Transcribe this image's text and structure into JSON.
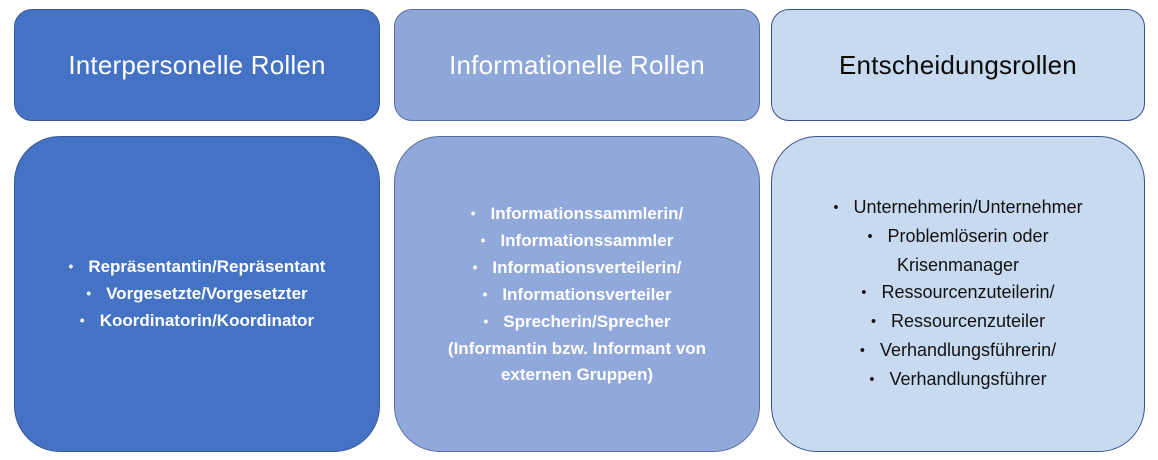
{
  "canvas": {
    "background": "#FFFFFF"
  },
  "bullet_glyph": "•",
  "columns": [
    {
      "id": "interpersonal-roles",
      "header": "Interpersonelle Rollen",
      "colors": {
        "header_fill": "#4472C4",
        "header_border": "#3A5795",
        "header_text": "#FFFFFF",
        "body_fill": "#4472C4",
        "body_border": "#3A5795",
        "body_text": "#FFFFFF"
      },
      "items": [
        {
          "text": "Repräsentantin/Repräsentant",
          "bullet": true
        },
        {
          "text": "Vorgesetzte/Vorgesetzter",
          "bullet": true
        },
        {
          "text": "Koordinatorin/Koordinator",
          "bullet": true
        }
      ]
    },
    {
      "id": "informational-roles",
      "header": "Informationelle Rollen",
      "colors": {
        "header_fill": "#8FA6D9",
        "header_border": "#5A6DA3",
        "header_text": "#FFFFFF",
        "body_fill": "#91A8DA",
        "body_border": "#5A6DA3",
        "body_text": "#FFFFFF"
      },
      "items": [
        {
          "text": "Informationssammlerin/",
          "bullet": true
        },
        {
          "text": "Informationssammler",
          "bullet": true
        },
        {
          "text": "Informationsverteilerin/",
          "bullet": true
        },
        {
          "text": "Informationsverteiler",
          "bullet": true
        },
        {
          "text": "Sprecherin/Sprecher",
          "bullet": true
        },
        {
          "text": "(Informantin bzw. Informant von",
          "bullet": false
        },
        {
          "text": "externen Gruppen)",
          "bullet": false
        }
      ]
    },
    {
      "id": "decisional-roles",
      "header": "Entscheidungsrollen",
      "colors": {
        "header_fill": "#C7DAF0",
        "header_border": "#37538F",
        "header_text": "#0A0A0A",
        "body_fill": "#C7DAF0",
        "body_border": "#37538F",
        "body_text": "#111111"
      },
      "items": [
        {
          "text": "Unternehmerin/Unternehmer",
          "bullet": true
        },
        {
          "text": "Problemlöserin oder",
          "bullet": true
        },
        {
          "text": "Krisenmanager",
          "bullet": false
        },
        {
          "text": "Ressourcenzuteilerin/",
          "bullet": true
        },
        {
          "text": "Ressourcenzuteiler",
          "bullet": true
        },
        {
          "text": "Verhandlungsführerin/",
          "bullet": true
        },
        {
          "text": "Verhandlungsführer",
          "bullet": true
        }
      ]
    }
  ]
}
